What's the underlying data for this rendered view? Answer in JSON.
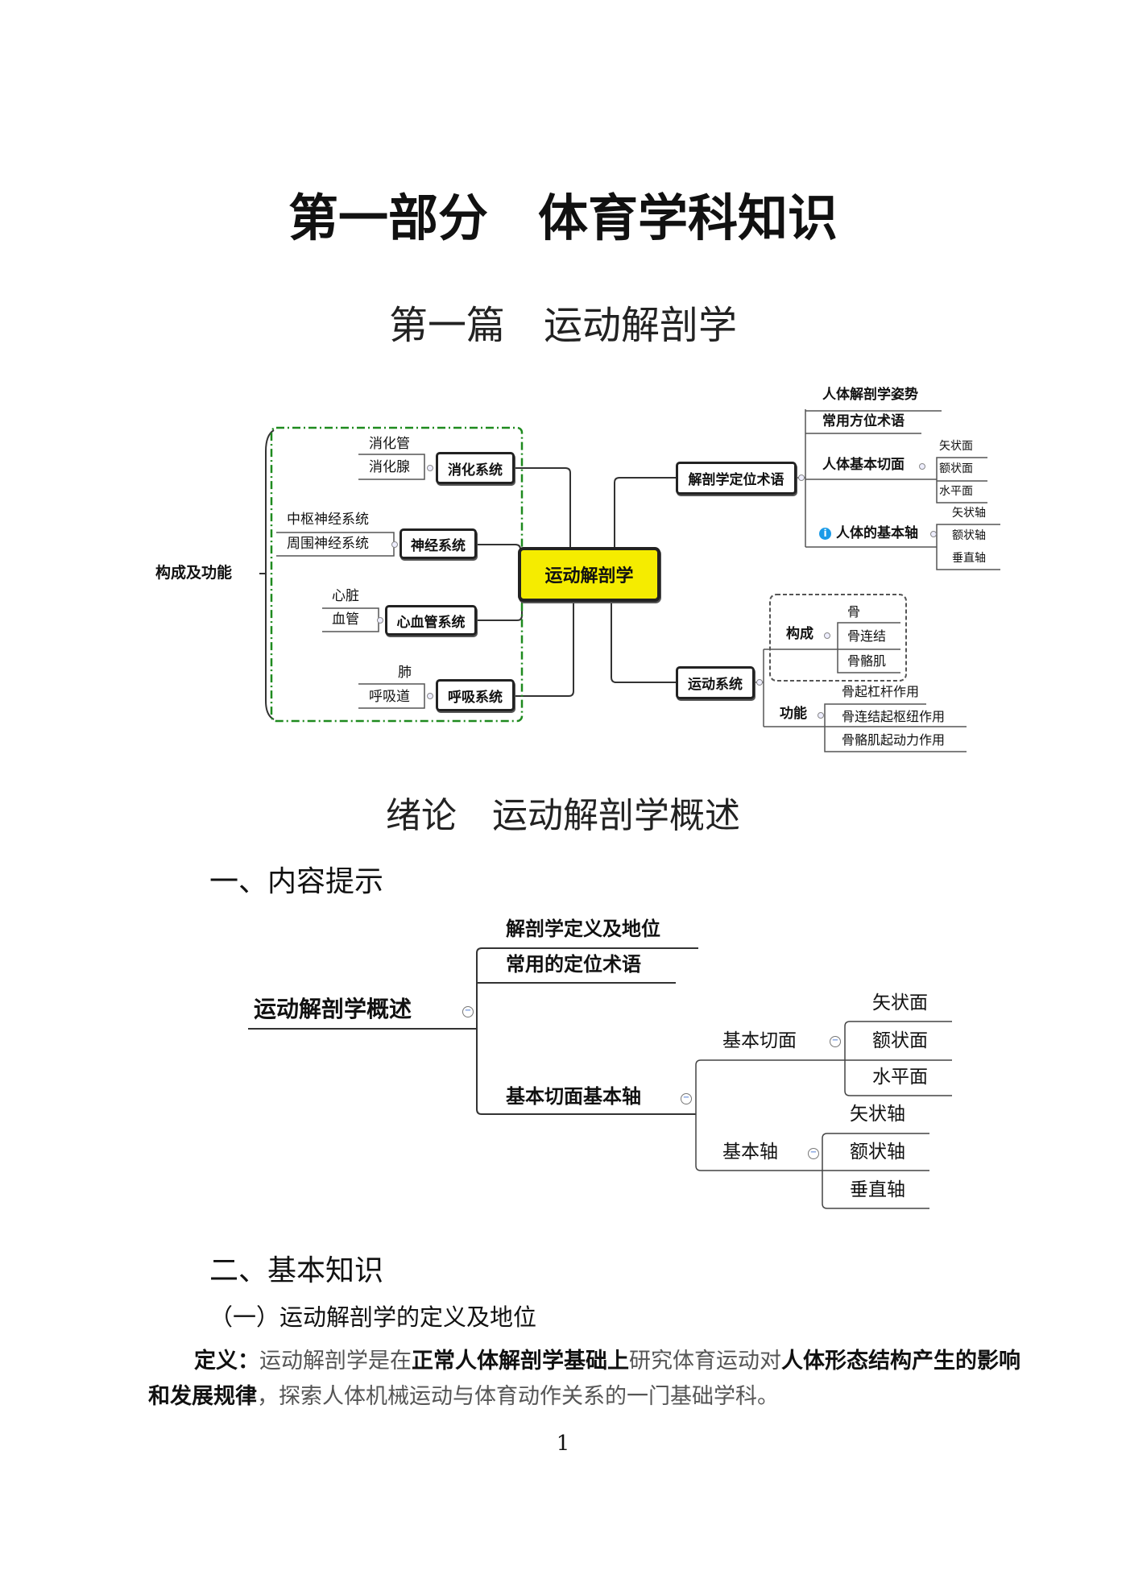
{
  "headings": {
    "part_title": "第一部分　体育学科知识",
    "chapter_title": "第一篇　运动解剖学",
    "intro_title": "绪论　运动解剖学概述",
    "section1": "一、内容提示",
    "section2": "二、基本知识",
    "subsection1": "（一）运动解剖学的定义及地位"
  },
  "mindmap1": {
    "central": "运动解剖学",
    "left_label": "构成及功能",
    "systems": [
      {
        "name": "消化系统",
        "children": [
          "消化管",
          "消化腺"
        ]
      },
      {
        "name": "神经系统",
        "children": [
          "中枢神经系统",
          "周围神经系统"
        ]
      },
      {
        "name": "心血管系统",
        "children": [
          "心脏",
          "血管"
        ]
      },
      {
        "name": "呼吸系统",
        "children": [
          "肺",
          "呼吸道"
        ]
      }
    ],
    "terms": {
      "name": "解剖学定位术语",
      "items": [
        "人体解剖学姿势",
        "常用方位术语",
        "人体基本切面",
        "人体的基本轴"
      ],
      "planes": [
        "矢状面",
        "额状面",
        "水平面"
      ],
      "axes": [
        "矢状轴",
        "额状轴",
        "垂直轴"
      ]
    },
    "motor": {
      "name": "运动系统",
      "composition_label": "构成",
      "composition": [
        "骨",
        "骨连结",
        "骨骼肌"
      ],
      "function_label": "功能",
      "functions": [
        "骨起杠杆作用",
        "骨连结起枢纽作用",
        "骨骼肌起动力作用"
      ]
    }
  },
  "mindmap2": {
    "root": "运动解剖学概述",
    "items": [
      "解剖学定义及地位",
      "常用的定位术语",
      "基本切面基本轴"
    ],
    "plane_label": "基本切面",
    "planes": [
      "矢状面",
      "额状面",
      "水平面"
    ],
    "axis_label": "基本轴",
    "axes": [
      "矢状轴",
      "额状轴",
      "垂直轴"
    ],
    "collapse_symbol": "−"
  },
  "paragraph": {
    "p1": "定义：",
    "p2": "运动解剖学是在",
    "p3": "正常人体解剖学基础上",
    "p4": "研究体育运动对",
    "p5": "人体形态结构产生的影响和发展规律",
    "p6": "，探索人体机械运动与体育动作关系的一门基础学科。"
  },
  "page_number": "1"
}
